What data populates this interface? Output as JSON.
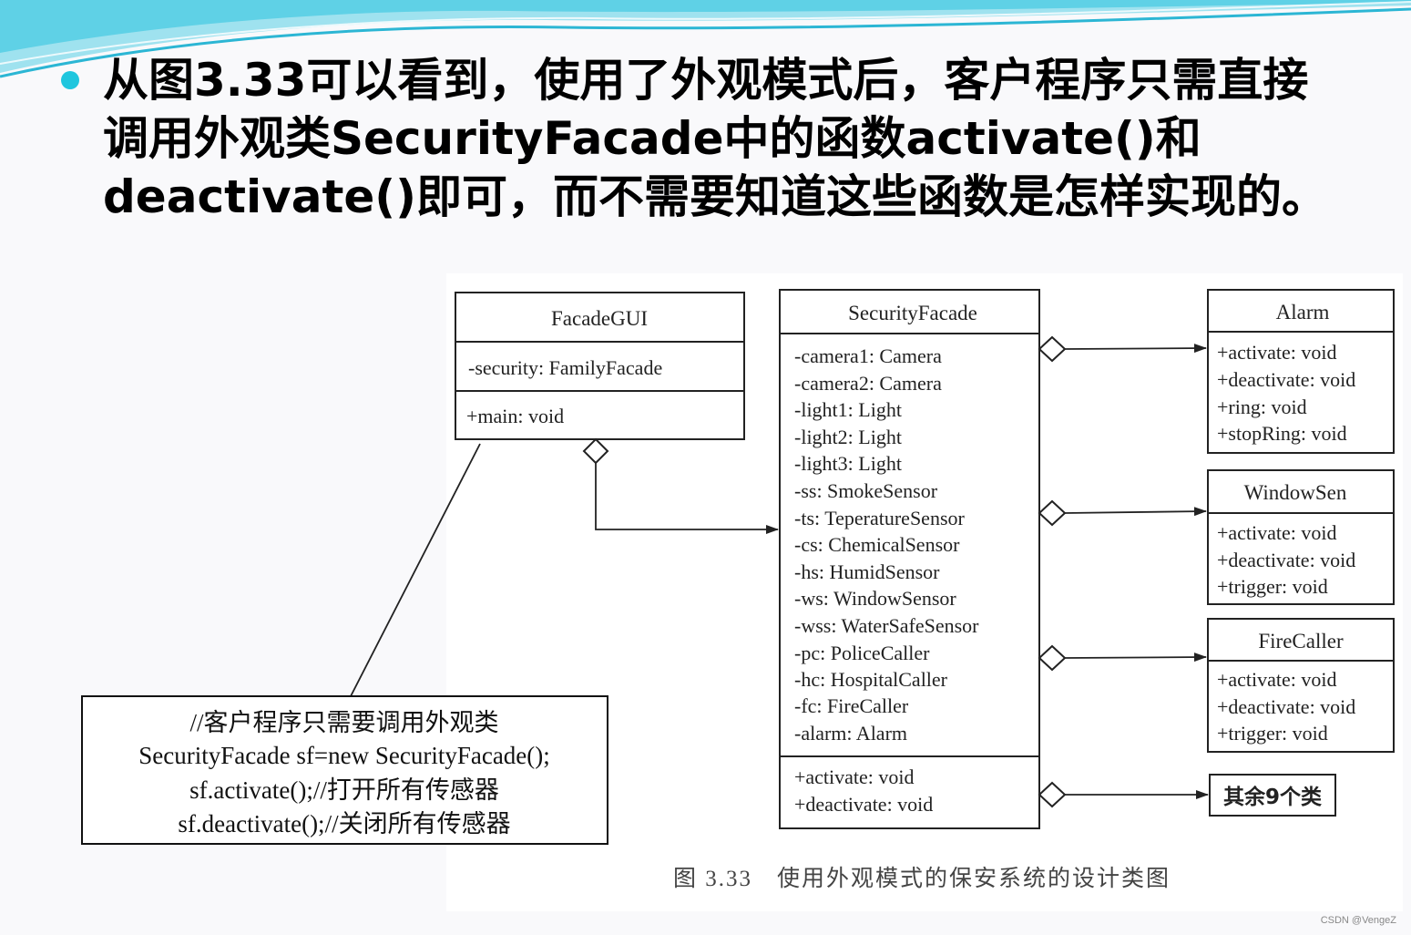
{
  "slide": {
    "bullet_lines": [
      "从图3.33可以看到，使用了外观模式后，客户程序只需直接",
      "调用外观类SecurityFacade中的函数activate()和",
      "deactivate()即可，而不需要知道这些函数是怎样实现的。"
    ],
    "accent_color": "#1fc6de"
  },
  "diagram": {
    "facade_gui": {
      "name": "FacadeGUI",
      "attributes": [
        "-security: FamilyFacade"
      ],
      "operations": [
        "+main: void"
      ]
    },
    "security_facade": {
      "name": "SecurityFacade",
      "attributes": [
        "-camera1: Camera",
        "-camera2: Camera",
        "-light1: Light",
        "-light2: Light",
        "-light3: Light",
        "-ss: SmokeSensor",
        "-ts: TeperatureSensor",
        "-cs: ChemicalSensor",
        "-hs: HumidSensor",
        "-ws: WindowSensor",
        "-wss: WaterSafeSensor",
        "-pc: PoliceCaller",
        "-hc: HospitalCaller",
        "-fc: FireCaller",
        "-alarm: Alarm"
      ],
      "operations": [
        "+activate: void",
        "+deactivate: void"
      ]
    },
    "alarm": {
      "name": "Alarm",
      "operations": [
        "+activate: void",
        "+deactivate: void",
        "+ring: void",
        "+stopRing: void"
      ]
    },
    "window_sen": {
      "name": "WindowSen",
      "operations": [
        "+activate: void",
        "+deactivate: void",
        "+trigger: void"
      ]
    },
    "fire_caller": {
      "name": "FireCaller",
      "operations": [
        "+activate: void",
        "+deactivate: void",
        "+trigger: void"
      ]
    },
    "others_box": {
      "label": "其余9个类"
    },
    "note": {
      "lines": [
        "//客户程序只需要调用外观类",
        "SecurityFacade sf=new SecurityFacade();",
        "sf.activate();//打开所有传感器",
        "sf.deactivate();//关闭所有传感器"
      ]
    },
    "caption": "图 3.33　使用外观模式的保安系统的设计类图"
  },
  "watermark": "CSDN @VengeZ"
}
